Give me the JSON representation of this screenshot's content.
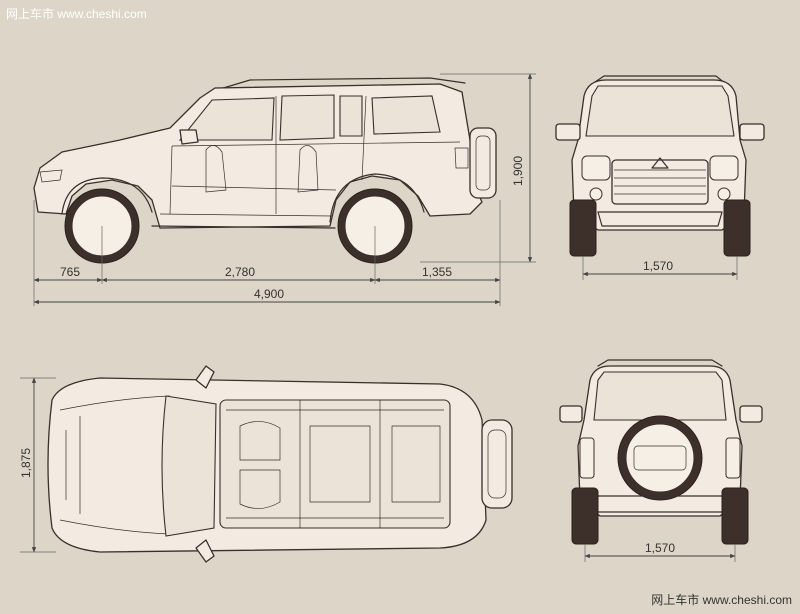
{
  "watermark_top": "网上车市 www.cheshi.com",
  "watermark_bottom": "网上车市 www.cheshi.com",
  "side_view": {
    "front_overhang": "765",
    "wheelbase": "2,780",
    "rear_overhang": "1,355",
    "length": "4,900",
    "height": "1,900"
  },
  "front_view": {
    "track": "1,570"
  },
  "top_view": {
    "width": "1,875"
  },
  "rear_view": {
    "track": "1,570"
  },
  "colors": {
    "background": "#ddd5c8",
    "body": "#f3ebe2",
    "lines": "#3a2f2a"
  }
}
